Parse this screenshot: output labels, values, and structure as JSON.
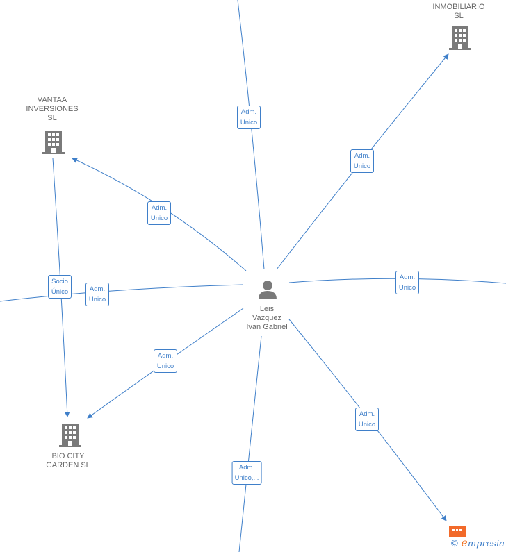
{
  "colors": {
    "edge": "#3f7fc9",
    "icon": "#7a7a7a",
    "accent": "#f26a2a",
    "label": "#666666"
  },
  "center": {
    "name": "Leis\nVazquez\nIvan Gabriel",
    "icon": "person-icon"
  },
  "companies": [
    {
      "id": "inmobiliario",
      "name": "INMOBILIARIO\nSL",
      "icon": "building-icon"
    },
    {
      "id": "vantaa",
      "name": "VANTAA\nINVERSIONES\nSL",
      "icon": "building-icon"
    },
    {
      "id": "biocity",
      "name": "BIO CITY\nGARDEN  SL",
      "icon": "building-icon"
    }
  ],
  "edges": [
    {
      "id": "top",
      "label": "Adm.\nUnico"
    },
    {
      "id": "inmobiliario",
      "label": "Adm.\nUnico"
    },
    {
      "id": "vantaa",
      "label": "Adm.\nUnico"
    },
    {
      "id": "vantaa-biocity",
      "label": "Socio\nÚnico"
    },
    {
      "id": "left",
      "label": "Adm.\nUnico"
    },
    {
      "id": "right",
      "label": "Adm.\nUnico"
    },
    {
      "id": "biocity",
      "label": "Adm.\nUnico"
    },
    {
      "id": "bottom-right",
      "label": "Adm.\nUnico"
    },
    {
      "id": "bottom",
      "label": "Adm.\nUnico,..."
    }
  ],
  "footer": {
    "copyright": "©",
    "brand_initial": "e",
    "brand_rest": "mpresia"
  }
}
